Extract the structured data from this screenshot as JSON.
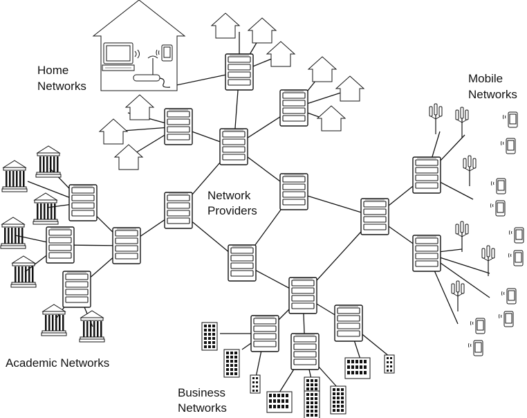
{
  "labels": {
    "home_line1": "Home",
    "home_line2": "Networks",
    "mobile_line1": "Mobile",
    "mobile_line2": "Networks",
    "provider_line1": "Network",
    "provider_line2": "Providers",
    "academic": "Academic Networks",
    "business_line1": "Business",
    "business_line2": "Networks"
  },
  "icons": {
    "server": "server-icon",
    "house": "house-icon",
    "university": "university-icon",
    "office_building": "office-building-icon",
    "cell_tower": "cell-tower-icon",
    "mobile_phone": "mobile-phone-icon",
    "computer": "computer-icon",
    "router": "wireless-router-icon"
  },
  "colors": {
    "ink": "#111111",
    "background": "#ffffff"
  }
}
